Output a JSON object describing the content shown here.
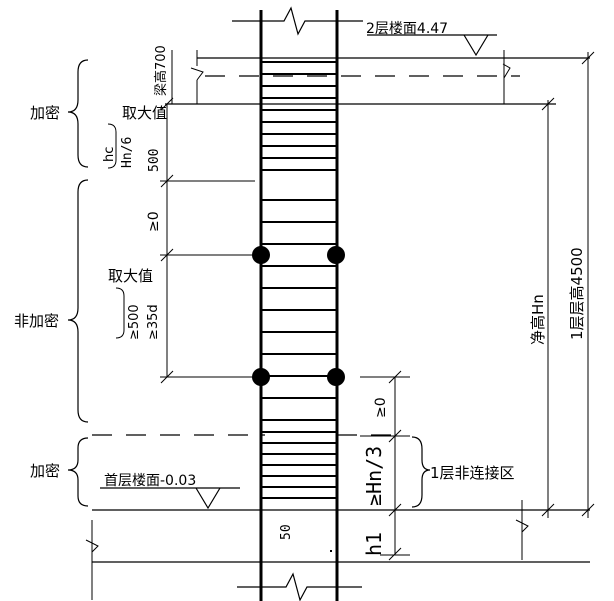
{
  "floor2": {
    "label": "2层楼面4.47"
  },
  "floor1": {
    "label": "首层楼面-0.03"
  },
  "beam": {
    "label": "梁高700"
  },
  "zones": {
    "dense_top": "加密",
    "non_dense": "非加密",
    "dense_bottom": "加密"
  },
  "top_dense": {
    "take_max": "取大值",
    "hc": "hc",
    "hn6": "Hn/6",
    "v500": "500"
  },
  "gap": {
    "label": "≥0"
  },
  "splice": {
    "take_max": "取大值",
    "v500": "≥500",
    "v35d": "≥35d"
  },
  "bottom_gap": {
    "label": "≥0"
  },
  "non_splice": {
    "hn3": "≥Hn/3",
    "zone": "1层非连接区",
    "h1": "h1"
  },
  "clear_height": {
    "label": "净高Hn"
  },
  "storey": {
    "label": "1层层高4500"
  },
  "dim50": {
    "label": "50"
  },
  "colors": {
    "line": "#000000",
    "background": "#ffffff"
  }
}
